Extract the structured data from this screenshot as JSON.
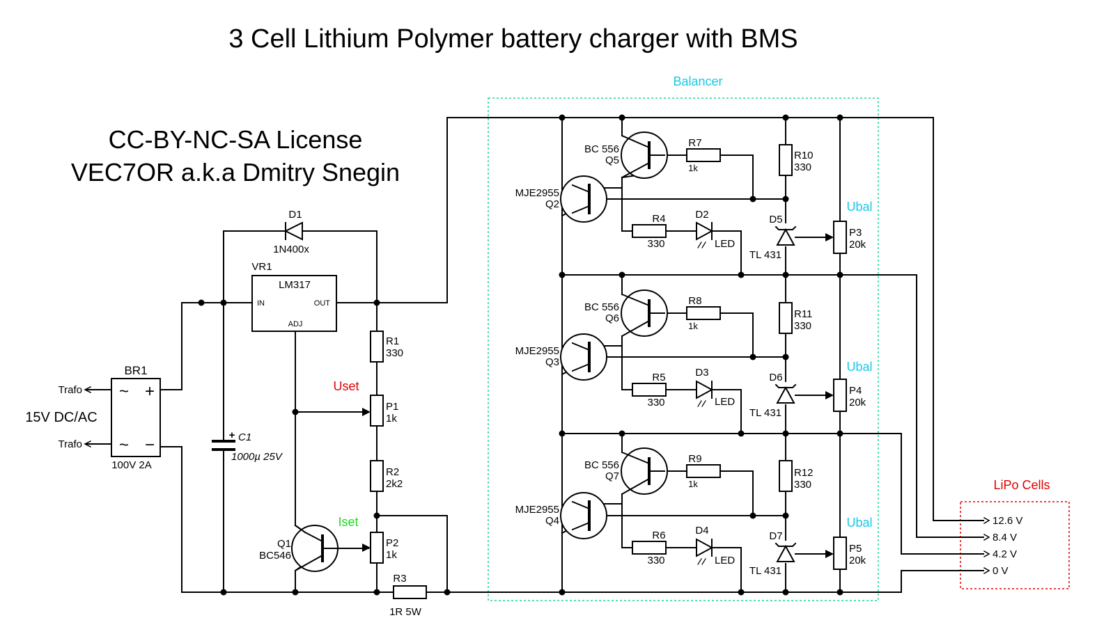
{
  "title": "3 Cell Lithium Polymer battery charger with BMS",
  "license": {
    "line1": "CC-BY-NC-SA License",
    "line2": "VEC7OR a.k.a Dmitry Snegin"
  },
  "labels": {
    "balancer": "Balancer",
    "lipo_cells": "LiPo Cells",
    "uset": "Uset",
    "iset": "Iset",
    "ubal": "Ubal",
    "input_supply": "15V DC/AC",
    "trafo": "Trafo"
  },
  "components": {
    "br1": {
      "ref": "BR1",
      "value": "100V 2A",
      "plus": "+",
      "minus": "−",
      "ac": "~"
    },
    "d1": {
      "ref": "D1",
      "value": "1N400x"
    },
    "vr1": {
      "ref": "VR1",
      "value": "LM317",
      "pin_in": "IN",
      "pin_out": "OUT",
      "pin_adj": "ADJ"
    },
    "c1": {
      "ref": "C1",
      "value": "1000µ  25V",
      "plus": "+"
    },
    "r1": {
      "ref": "R1",
      "value": "330"
    },
    "r2": {
      "ref": "R2",
      "value": "2k2"
    },
    "r3": {
      "ref": "R3",
      "value": "1R 5W"
    },
    "p1": {
      "ref": "P1",
      "value": "1k"
    },
    "p2": {
      "ref": "P2",
      "value": "1k"
    },
    "q1": {
      "ref": "Q1",
      "value": "BC546"
    },
    "cells": [
      {
        "q_big": "Q2",
        "q_big_value": "MJE2955",
        "q_small": "Q5",
        "q_small_value": "BC 556",
        "r_base": "R7",
        "r_base_value": "1k",
        "r_top": "R10",
        "r_top_value": "330",
        "r_led": "R4",
        "r_led_value": "330",
        "led": "D2",
        "led_label": "LED",
        "zener": "D5",
        "zener_value": "TL 431",
        "pot": "P3",
        "pot_value": "20k"
      },
      {
        "q_big": "Q3",
        "q_big_value": "MJE2955",
        "q_small": "Q6",
        "q_small_value": "BC 556",
        "r_base": "R8",
        "r_base_value": "1k",
        "r_top": "R11",
        "r_top_value": "330",
        "r_led": "R5",
        "r_led_value": "330",
        "led": "D3",
        "led_label": "LED",
        "zener": "D6",
        "zener_value": "TL 431",
        "pot": "P4",
        "pot_value": "20k"
      },
      {
        "q_big": "Q4",
        "q_big_value": "MJE2955",
        "q_small": "Q7",
        "q_small_value": "BC 556",
        "r_base": "R9",
        "r_base_value": "1k",
        "r_top": "R12",
        "r_top_value": "330",
        "r_led": "R6",
        "r_led_value": "330",
        "led": "D4",
        "led_label": "LED",
        "zener": "D7",
        "zener_value": "TL 431",
        "pot": "P5",
        "pot_value": "20k"
      }
    ]
  },
  "outputs": [
    "12.6 V",
    "8.4 V",
    "4.2 V",
    "0 V"
  ]
}
